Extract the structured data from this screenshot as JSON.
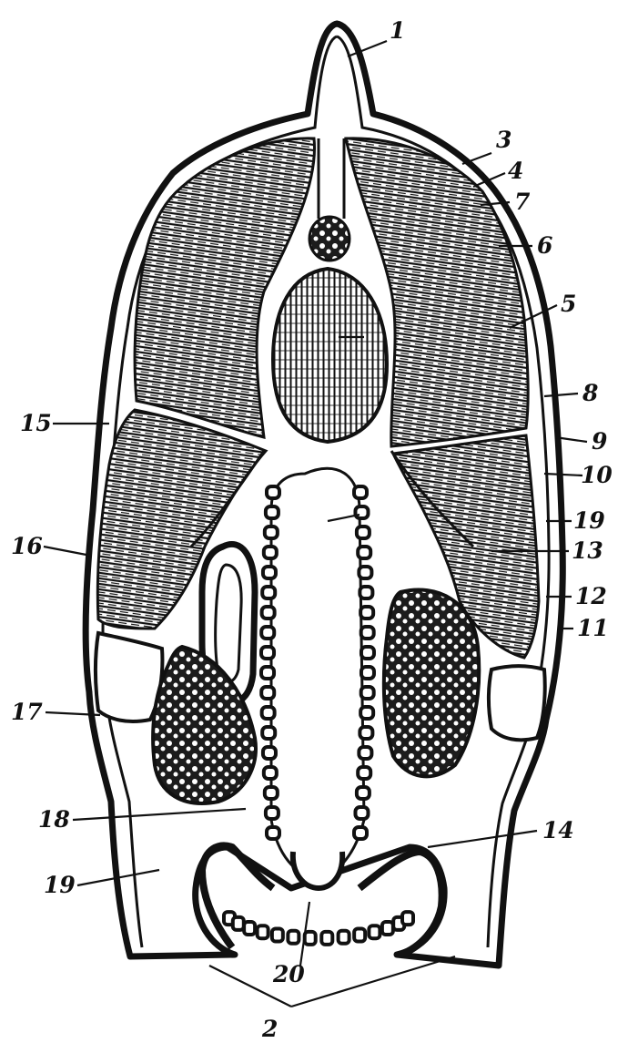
{
  "figure": {
    "labels": {
      "l1": "1",
      "l2": "2",
      "l3": "3",
      "l4": "4",
      "l5": "5",
      "l6": "6",
      "l7": "7",
      "l8": "8",
      "l9": "9",
      "l10": "10",
      "l11": "11",
      "l12": "12",
      "l13": "13",
      "l14": "14",
      "l15": "15",
      "l16": "16",
      "l17": "17",
      "l18": "18",
      "l19": "19",
      "l19b": "19",
      "l20": "20"
    },
    "colors": {
      "ink": "#111111",
      "paper": "#ffffff"
    }
  }
}
